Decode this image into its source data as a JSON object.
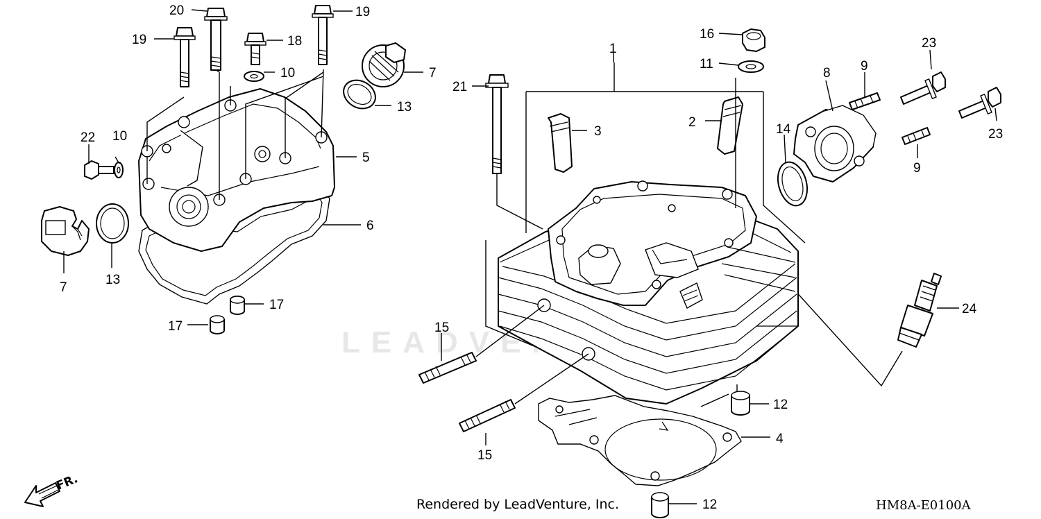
{
  "diagram": {
    "watermark": "LEADVENTURE",
    "direction_label": "FR.",
    "footer_credit": "Rendered by LeadVenture, Inc.",
    "footer_code": "HM8A-E0100A",
    "callouts": [
      {
        "id": "c1",
        "label": "1"
      },
      {
        "id": "c2",
        "label": "2"
      },
      {
        "id": "c3",
        "label": "3"
      },
      {
        "id": "c4",
        "label": "4"
      },
      {
        "id": "c5",
        "label": "5"
      },
      {
        "id": "c6",
        "label": "6"
      },
      {
        "id": "c7a",
        "label": "7"
      },
      {
        "id": "c7b",
        "label": "7"
      },
      {
        "id": "c8",
        "label": "8"
      },
      {
        "id": "c9a",
        "label": "9"
      },
      {
        "id": "c9b",
        "label": "9"
      },
      {
        "id": "c10a",
        "label": "10"
      },
      {
        "id": "c10b",
        "label": "10"
      },
      {
        "id": "c11",
        "label": "11"
      },
      {
        "id": "c12a",
        "label": "12"
      },
      {
        "id": "c12b",
        "label": "12"
      },
      {
        "id": "c13a",
        "label": "13"
      },
      {
        "id": "c13b",
        "label": "13"
      },
      {
        "id": "c14",
        "label": "14"
      },
      {
        "id": "c15a",
        "label": "15"
      },
      {
        "id": "c15b",
        "label": "15"
      },
      {
        "id": "c16",
        "label": "16"
      },
      {
        "id": "c17a",
        "label": "17"
      },
      {
        "id": "c17b",
        "label": "17"
      },
      {
        "id": "c18",
        "label": "18"
      },
      {
        "id": "c19a",
        "label": "19"
      },
      {
        "id": "c19b",
        "label": "19"
      },
      {
        "id": "c20",
        "label": "20"
      },
      {
        "id": "c21",
        "label": "21"
      },
      {
        "id": "c22",
        "label": "22"
      },
      {
        "id": "c23a",
        "label": "23"
      },
      {
        "id": "c23b",
        "label": "23"
      },
      {
        "id": "c24",
        "label": "24"
      }
    ]
  }
}
